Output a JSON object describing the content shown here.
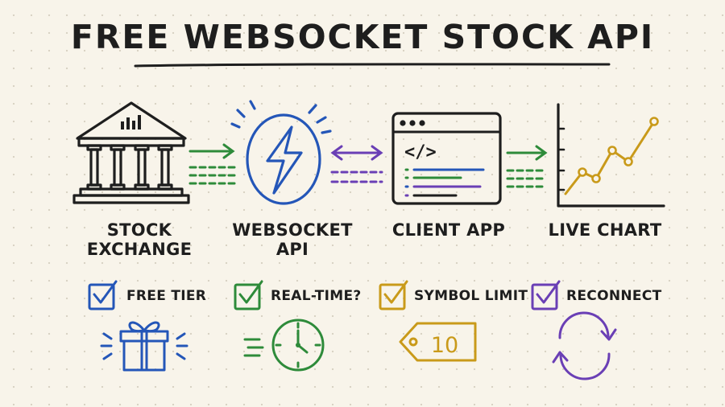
{
  "title": "FREE WEBSOCKET STOCK API",
  "pipeline": [
    {
      "label": "STOCK EXCHANGE",
      "icon": "bank-building-icon"
    },
    {
      "label": "WEBSOCKET API",
      "icon": "lightning-bolt-icon"
    },
    {
      "label": "CLIENT APP",
      "icon": "code-window-icon"
    },
    {
      "label": "LIVE CHART",
      "icon": "line-chart-icon"
    }
  ],
  "connectors": [
    {
      "type": "one-way-arrow",
      "color": "#2e8b3a"
    },
    {
      "type": "two-way-arrow",
      "color": "#6a3fb5"
    },
    {
      "type": "one-way-arrow",
      "color": "#2e8b3a"
    }
  ],
  "client_code_glyph": "</>",
  "features": [
    {
      "label": "FREE TIER",
      "color": "#2456b8",
      "icon": "gift-box-icon",
      "checked": true
    },
    {
      "label": "REAL-TIME?",
      "color": "#2e8b3a",
      "icon": "clock-icon",
      "checked": true
    },
    {
      "label": "SYMBOL LIMIT",
      "color": "#c99a1a",
      "icon": "price-tag-icon",
      "checked": true,
      "tag_value": "10"
    },
    {
      "label": "RECONNECT",
      "color": "#6a3fb5",
      "icon": "refresh-cycle-icon",
      "checked": true
    }
  ],
  "colors": {
    "ink": "#1e1e1e",
    "blue": "#2456b8",
    "green": "#2e8b3a",
    "purple": "#6a3fb5",
    "gold": "#c99a1a",
    "background": "#f8f4ea"
  }
}
